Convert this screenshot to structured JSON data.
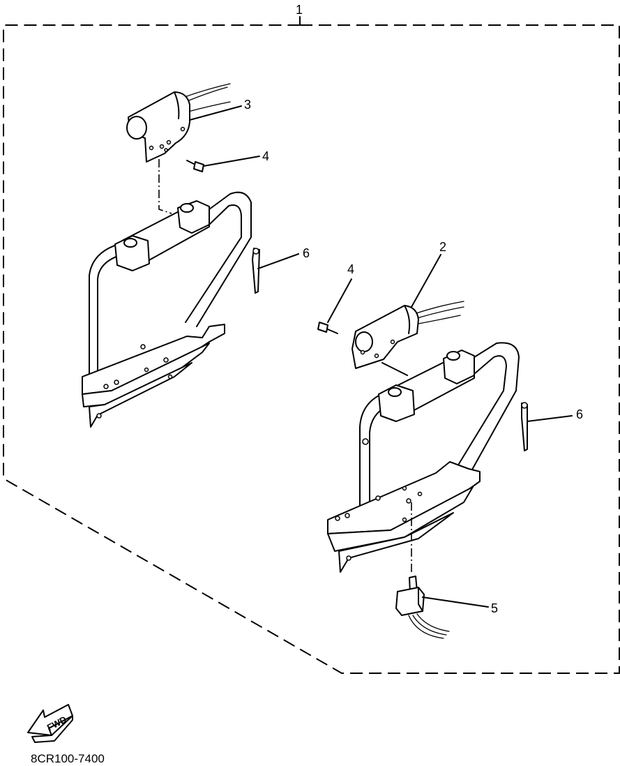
{
  "labels": {
    "kit": "1",
    "right_cover": "2",
    "left_cover": "3",
    "screw_left": "4",
    "screw_right": "4",
    "switch": "5",
    "pin_left": "6",
    "pin_right": "6"
  },
  "fwd_label": "FWD",
  "drawing_code": "8CR100-7400"
}
